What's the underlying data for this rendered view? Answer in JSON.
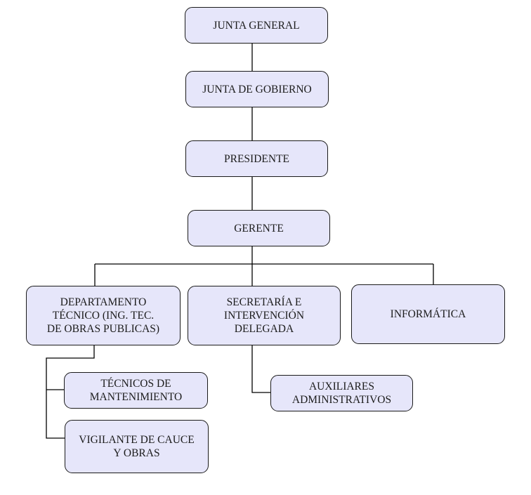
{
  "diagram": {
    "type": "org-chart",
    "colors": {
      "node_fill": "#e6e6fa",
      "node_border": "#1a1a1a",
      "connector": "#000000",
      "text": "#1c1c1c"
    },
    "nodes": {
      "junta_general": {
        "label": "JUNTA GENERAL"
      },
      "junta_gobierno": {
        "label": "JUNTA DE GOBIERNO"
      },
      "presidente": {
        "label": "PRESIDENTE"
      },
      "gerente": {
        "label": "GERENTE"
      },
      "depto_tecnico": {
        "label": "DEPARTAMENTO\nTÉCNICO (ING. TEC.\nDE OBRAS PUBLICAS)"
      },
      "secretaria": {
        "label": "SECRETARÍA E\nINTERVENCIÓN\nDELEGADA"
      },
      "informatica": {
        "label": "INFORMÁTICA"
      },
      "tecnicos": {
        "label": "TÉCNICOS DE\nMANTENIMIENTO"
      },
      "vigilante": {
        "label": "VIGILANTE DE CAUCE\nY OBRAS"
      },
      "auxiliares": {
        "label": "AUXILIARES\nADMINISTRATIVOS"
      }
    },
    "edges": [
      {
        "from": "junta_general",
        "to": "junta_gobierno"
      },
      {
        "from": "junta_gobierno",
        "to": "presidente"
      },
      {
        "from": "presidente",
        "to": "gerente"
      },
      {
        "from": "gerente",
        "to": "depto_tecnico"
      },
      {
        "from": "gerente",
        "to": "secretaria"
      },
      {
        "from": "gerente",
        "to": "informatica"
      },
      {
        "from": "depto_tecnico",
        "to": "tecnicos"
      },
      {
        "from": "depto_tecnico",
        "to": "vigilante"
      },
      {
        "from": "secretaria",
        "to": "auxiliares"
      }
    ]
  }
}
